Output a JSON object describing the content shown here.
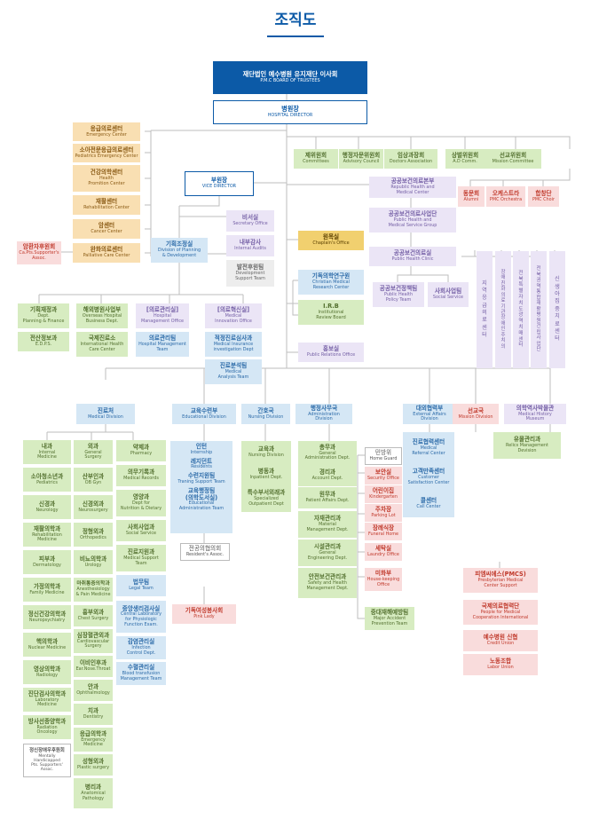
{
  "page": {
    "title": "조직도"
  },
  "nodes": {
    "board": {
      "ko": "재단법인 예수병원 유지재단 이사회",
      "en": "P.M.C BOARD OF TRUSTEES"
    },
    "director": {
      "ko": "병원장",
      "en": "HOSPITAL DIRECTOR"
    },
    "vice": {
      "ko": "부원장",
      "en": "VICE DIRECTOR"
    },
    "emergency": {
      "ko": "응급의료센터",
      "en": "Emergency Center"
    },
    "ped_emerg": {
      "ko": "소아전문응급의료센터",
      "en": "Pediatrics Emergency Center"
    },
    "health_prom": {
      "ko": "건강의학센터",
      "en": "Health\nPromition Center"
    },
    "rehab_ctr": {
      "ko": "재활센터",
      "en": "Rehabilitation Center"
    },
    "cancer": {
      "ko": "암센터",
      "en": "Cancer Center"
    },
    "palliative": {
      "ko": "완화의료센터",
      "en": "Palliative Care Center"
    },
    "cancer_support": {
      "ko": "암환자후원회",
      "en": "Ca.Pts.Supporter's\nAssoc."
    },
    "committees": {
      "ko": "제위원회",
      "en": "Committees"
    },
    "advisory": {
      "ko": "행정자문위원회",
      "en": "Advisory Council"
    },
    "doctors_assoc": {
      "ko": "임상과장회",
      "en": "Doctors Association"
    },
    "ad_comm": {
      "ko": "상벌위원회",
      "en": "A.D Comm."
    },
    "mission_comm": {
      "ko": "선교위원회",
      "en": "Mission Committee"
    },
    "alumni": {
      "ko": "동문회",
      "en": "Alumni"
    },
    "orchestra": {
      "ko": "오케스트라",
      "en": "PMC Orchestra"
    },
    "choir": {
      "ko": "합창단",
      "en": "PMC Choir"
    },
    "secretary": {
      "ko": "비서실",
      "en": "Secretary Office"
    },
    "audit": {
      "ko": "내부감사",
      "en": "Internal Audits"
    },
    "dev_support": {
      "ko": "발전후원팀",
      "en": "Development\nSupport Team"
    },
    "planning": {
      "ko": "기획조정실",
      "en": "Division of Planning\n& Development"
    },
    "chaplain": {
      "ko": "원목실",
      "en": "Chaplain's Office"
    },
    "christian": {
      "ko": "기독의학연구원",
      "en": "Christian Medical\nResearch Center"
    },
    "irb": {
      "ko": "I.R.B",
      "en": "Institutional\nReview Board"
    },
    "pr": {
      "ko": "홍보실",
      "en": "Public Relations Office"
    },
    "public_health": {
      "ko": "공공보건의료본부",
      "en": "Republic Health and\nMedical Center"
    },
    "ph_group": {
      "ko": "공공보건의료사업단",
      "en": "Public Health and\nMedical Service Group"
    },
    "ph_clinic": {
      "ko": "공공보건의료실",
      "en": "Public Health Clinic"
    },
    "ph_policy": {
      "ko": "공공보건정책팀",
      "en": "Public Health\nPolicy Team"
    },
    "social_service": {
      "ko": "사회사업팀",
      "en": "Social Service"
    },
    "v1": {
      "ko": "지역응급의료센터"
    },
    "v2": {
      "ko": "장애친화의료기관장애인주치의"
    },
    "v3": {
      "ko": "전북특별자치도광역치매센터"
    },
    "v4": {
      "ko": "전북권역통합재활병원건립사업단"
    },
    "v5": {
      "ko": "신생아집중치료센터"
    },
    "plan_fin": {
      "ko": "기획재정과",
      "en": "Dept.\nPlanning & Finance"
    },
    "edps": {
      "ko": "전산정보과",
      "en": "E.D.P.S."
    },
    "overseas": {
      "ko": "해외병원사업부",
      "en": "Overseas Hospital\nBusiness Dept."
    },
    "intl_care": {
      "ko": "국제진료소",
      "en": "International Health\nCare Center"
    },
    "mgmt_office": {
      "ko": "[의료관리실]",
      "en": "Hospital\nManagement Office"
    },
    "mgmt_team": {
      "ko": "의료관리팀",
      "en": "Hospital Management\nTeam"
    },
    "innovation": {
      "ko": "[의료혁신실]",
      "en": "Medical\nInnovation Office"
    },
    "insurance": {
      "ko": "적정진료심사과",
      "en": "Medical Insurance\ninvestigation Dept"
    },
    "analysis": {
      "ko": "진료분석팀",
      "en": "Medical\nAnalysis Team"
    },
    "medical_div": {
      "ko": "진료처",
      "en": "Medical Division"
    },
    "education_div": {
      "ko": "교육수련부",
      "en": "Educational Division"
    },
    "nursing_div": {
      "ko": "간호국",
      "en": "Nursing Division"
    },
    "admin_div": {
      "ko": "행정사무국",
      "en": "Administration\nDivision"
    },
    "external_div": {
      "ko": "대외협력부",
      "en": "External Affairs\nDivision"
    },
    "mission_div": {
      "ko": "선교국",
      "en": "Mission Division"
    },
    "museum": {
      "ko": "의학역사박물관",
      "en": "Medical History\nMuseum"
    },
    "relics": {
      "ko": "유물관리과",
      "en": "Relics Management\nDevision"
    },
    "internal": {
      "ko": "내과",
      "en": "Internal\nMedicine"
    },
    "pediatrics": {
      "ko": "소아청소년과",
      "en": "Pediatrics"
    },
    "neurology": {
      "ko": "신경과",
      "en": "Neurology"
    },
    "rehab_med": {
      "ko": "재활의학과",
      "en": "Rehabilitation\nMedicine"
    },
    "derma": {
      "ko": "피부과",
      "en": "Dermatology"
    },
    "family": {
      "ko": "가정의학과",
      "en": "Family Medicine"
    },
    "neuropsych": {
      "ko": "정신건강의학과",
      "en": "Neuropsychiatry"
    },
    "nuclear": {
      "ko": "핵의학과",
      "en": "Nuclear Medicine"
    },
    "radiology": {
      "ko": "영상의학과",
      "en": "Radiology"
    },
    "lab_med": {
      "ko": "진단검사의학과",
      "en": "Laboratory\nMedicine"
    },
    "radiation": {
      "ko": "방사선종양학과",
      "en": "Radiation\nOncology"
    },
    "handicap": {
      "ko": "정신장애우후원회",
      "en": "Mentally\nHandicapped\nPts. Supporters'\nAssoc."
    },
    "gen_surgery": {
      "ko": "외과",
      "en": "General\nSurgery"
    },
    "obgyn": {
      "ko": "산부인과",
      "en": "OB Gyn"
    },
    "neurosurgery": {
      "ko": "신경외과",
      "en": "Neurosurgery"
    },
    "ortho": {
      "ko": "정형외과",
      "en": "Orthopedics"
    },
    "urology": {
      "ko": "비뇨의학과",
      "en": "Urology"
    },
    "anesth": {
      "ko": "마취통증의학과",
      "en": "Anesthesiology\n& Pain Medicine"
    },
    "chest": {
      "ko": "흉부외과",
      "en": "Chest Surgery"
    },
    "cardio": {
      "ko": "심장혈관외과",
      "en": "Cardiovascular\nSurgery"
    },
    "ent": {
      "ko": "이비인후과",
      "en": "Ear.Nose.Throat"
    },
    "ophthal": {
      "ko": "안과",
      "en": "Ophthalmology"
    },
    "dentistry": {
      "ko": "치과",
      "en": "Dentistry"
    },
    "emerg_med": {
      "ko": "응급의학과",
      "en": "Emergency\nMedicine"
    },
    "plastic": {
      "ko": "성형외과",
      "en": "Plastic surgery"
    },
    "pathology": {
      "ko": "병리과",
      "en": "Anatomical\nPathology"
    },
    "pharmacy": {
      "ko": "약제과",
      "en": "Pharmacy"
    },
    "records": {
      "ko": "의무기록과",
      "en": "Medical Records"
    },
    "nutrition": {
      "ko": "영양과",
      "en": "Dept for\nNutrition & Dietary"
    },
    "social_svc": {
      "ko": "사회사업과",
      "en": "Social Service"
    },
    "med_support": {
      "ko": "진료지원과",
      "en": "Medical Support\nTeam"
    },
    "legal": {
      "ko": "법무팀",
      "en": "Legal Team"
    },
    "central_lab": {
      "ko": "중앙생리검사실",
      "en": "Central Laboratory\nfor Physiologic\nFunction Exam."
    },
    "infection": {
      "ko": "감염관리실",
      "en": "Infection\nControl Dept."
    },
    "transfusion": {
      "ko": "수혈관리실",
      "en": "Blood transfusion\nManagement Team"
    },
    "internship": {
      "ko": "인턴",
      "en": "Internship"
    },
    "residents": {
      "ko": "레지던트",
      "en": "Residents"
    },
    "training": {
      "ko": "수련지원팀",
      "en": "Traning Support Team"
    },
    "edu_admin": {
      "ko": "교육행정팀\n(의학도서실)",
      "en": "Educational\nAdministration Team"
    },
    "resident_assoc": {
      "ko": "전공의협의회",
      "en": "Resident's Assoc."
    },
    "pink_lady": {
      "ko": "기독여성봉사회",
      "en": "Pink Lady"
    },
    "nursing_edu": {
      "ko": "교육과",
      "en": "Nursing Division"
    },
    "inpatient": {
      "ko": "병동과",
      "en": "Inpatient Dept."
    },
    "outpatient": {
      "ko": "특수부서외래과",
      "en": "Specialized\nOutpatient Dept"
    },
    "gen_admin": {
      "ko": "총무과",
      "en": "General\nAdministration Dept."
    },
    "account": {
      "ko": "경리과",
      "en": "Account Dept."
    },
    "patient_affairs": {
      "ko": "원무과",
      "en": "Patient Affairs Dept."
    },
    "material": {
      "ko": "자재관리과",
      "en": "Material\nManagement Dept."
    },
    "facility": {
      "ko": "시설관리과",
      "en": "General\nEngineering Dept."
    },
    "safety": {
      "ko": "안전보건관리과",
      "en": "Safety and Health\nManagement Dept."
    },
    "home_guard": {
      "ko": "민방위",
      "en": "Home Guard"
    },
    "security": {
      "ko": "보안실",
      "en": "Security Office"
    },
    "kindergarten": {
      "ko": "어린이집",
      "en": "Kindergarten"
    },
    "parking": {
      "ko": "주차장",
      "en": "Parking Lot"
    },
    "funeral": {
      "ko": "장례식장",
      "en": "Funeral Home"
    },
    "laundry": {
      "ko": "세탁실",
      "en": "Laundry Office"
    },
    "housekeeping": {
      "ko": "미화부",
      "en": "House-keeping\nOffice"
    },
    "accident": {
      "ko": "중대재해예방팀",
      "en": "Major Accident\nPrevention Team"
    },
    "referral": {
      "ko": "진료협력센터",
      "en": "Medical\nReferral Center"
    },
    "satisfaction": {
      "ko": "고객만족센터",
      "en": "Customer\nSatisfaction Center"
    },
    "call_center": {
      "ko": "콜센터",
      "en": "Call Center"
    },
    "pmcs": {
      "ko": "피엠씨에스(PMCS)",
      "en": "Presbyterian Medical\nCenter Support"
    },
    "people_coop": {
      "ko": "국제의료협력단",
      "en": "People for Medical\nCooperation International"
    },
    "credit_union": {
      "ko": "예수병원 신협",
      "en": "Credit Union"
    },
    "labor_union": {
      "ko": "노동조합",
      "en": "Labor Union"
    }
  }
}
